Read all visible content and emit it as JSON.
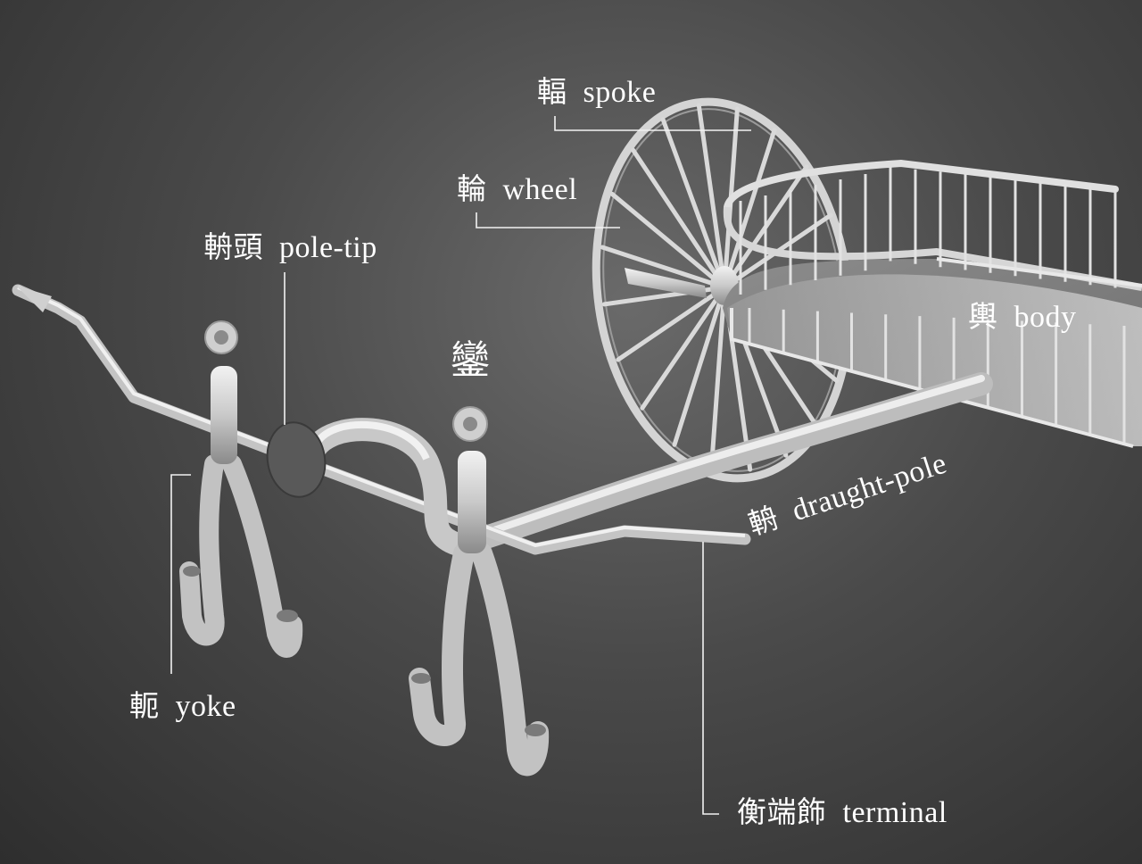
{
  "labels": {
    "spoke": {
      "zh": "輻",
      "en": "spoke"
    },
    "wheel": {
      "zh": "輪",
      "en": "wheel"
    },
    "pole_tip": {
      "zh": "輈頭",
      "en": "pole-tip"
    },
    "bell": {
      "zh": "鑾",
      "en": ""
    },
    "body": {
      "zh": "輿",
      "en": "body"
    },
    "draught_pole": {
      "zh": "輈",
      "en": "draught-pole"
    },
    "yoke": {
      "zh": "軛",
      "en": "yoke"
    },
    "terminal": {
      "zh": "衡端飾",
      "en": "terminal"
    }
  },
  "colors": {
    "background": "#4a4a4a",
    "model": "#d8d8d8",
    "text": "#ffffff"
  }
}
